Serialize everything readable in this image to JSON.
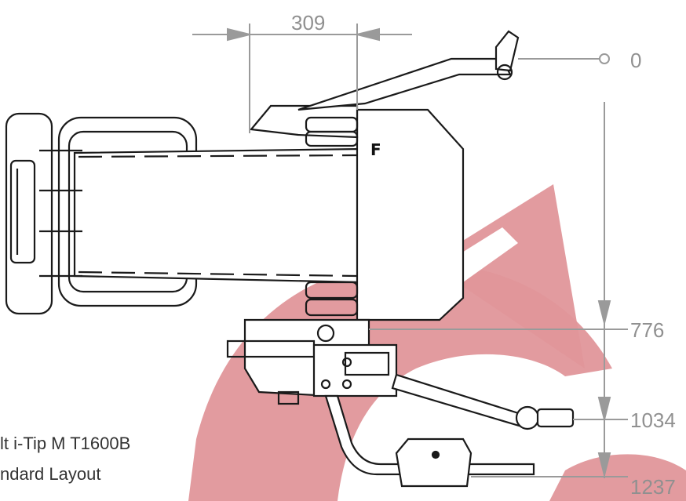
{
  "dimensions": {
    "top_width": "309",
    "zero": "0",
    "level_1": "776",
    "level_2": "1034",
    "level_3": "1237"
  },
  "side_label": "F",
  "caption": {
    "line1": "lt i-Tip M T1600B",
    "line2": "ndard Layout"
  },
  "colors": {
    "arrow": "#e0969a",
    "line": "#1a1a1a",
    "dimension": "#9a9a9a",
    "text": "#333333"
  }
}
